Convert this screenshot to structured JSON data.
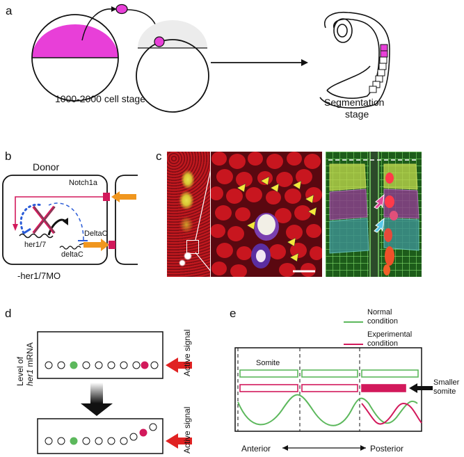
{
  "panel_a": {
    "letter": "a",
    "left_caption": "1000-2000 cell stage",
    "right_caption_line1": "Segmentation",
    "right_caption_line2": "stage"
  },
  "panel_b": {
    "letter": "b",
    "donor": "Donor",
    "notch": "Notch1a",
    "delta": "DeltaC",
    "her": "her1/7",
    "deltac_gene": "deltaC",
    "mo": "-her1/7MO"
  },
  "panel_c": {
    "letter": "c"
  },
  "panel_d": {
    "letter": "d",
    "ylabel_line1": "Level of",
    "ylabel_gene": "her1",
    "ylabel_line2": " mRNA",
    "active_signal_top": "Active signal",
    "active_signal_bottom": "Active signal"
  },
  "panel_e": {
    "letter": "e",
    "legend_normal_line1": "Normal",
    "legend_normal_line2": "condition",
    "legend_exp_line1": "Experimental",
    "legend_exp_line2": "condition",
    "somite": "Somite",
    "smaller_line1": "Smaller",
    "smaller_line2": "somite",
    "anterior": "Anterior",
    "posterior": "Posterior"
  },
  "colors": {
    "magenta": "#e83fd8",
    "crimson": "#d2195b",
    "orange": "#f0961e",
    "green": "#5cb85c",
    "blue_dash": "#2a5bd7"
  }
}
